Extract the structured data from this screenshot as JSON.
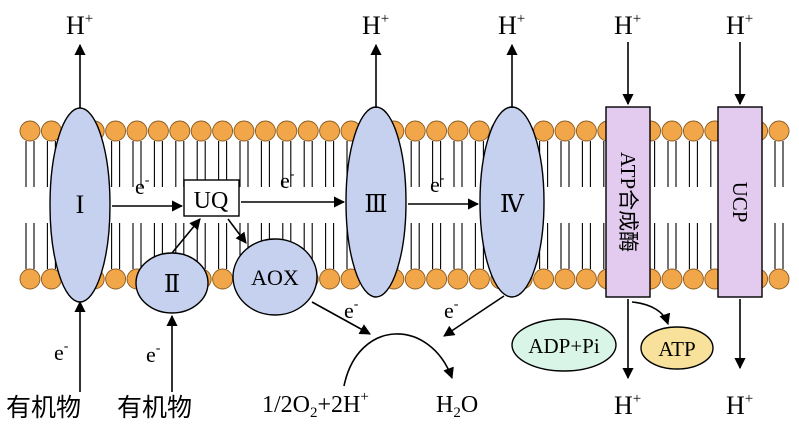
{
  "labels": {
    "h_plus": "H",
    "plus_sup": "+",
    "electron": "e",
    "minus_sup": "-",
    "complex_1": "I",
    "complex_2": "Ⅱ",
    "complex_3": "Ⅲ",
    "complex_4": "Ⅳ",
    "uq": "UQ",
    "aox": "AOX",
    "atp_synthase": "ATP合成酶",
    "ucp": "UCP",
    "organic_1": "有机物",
    "organic_2": "有机物",
    "oxygen_eq": "1/2O",
    "oxygen_sub": "2",
    "oxygen_rest": "+2H",
    "water_h": "H",
    "water_sub": "2",
    "water_o": "O",
    "adp_pi": "ADP+Pi",
    "atp": "ATP"
  },
  "colors": {
    "complex_fill": "#c6d1ef",
    "lipid_head": "#f2a64a",
    "pink_fill": "#e2cbee",
    "adp_fill": "#d9f5e7",
    "atp_fill": "#f8e19b"
  }
}
